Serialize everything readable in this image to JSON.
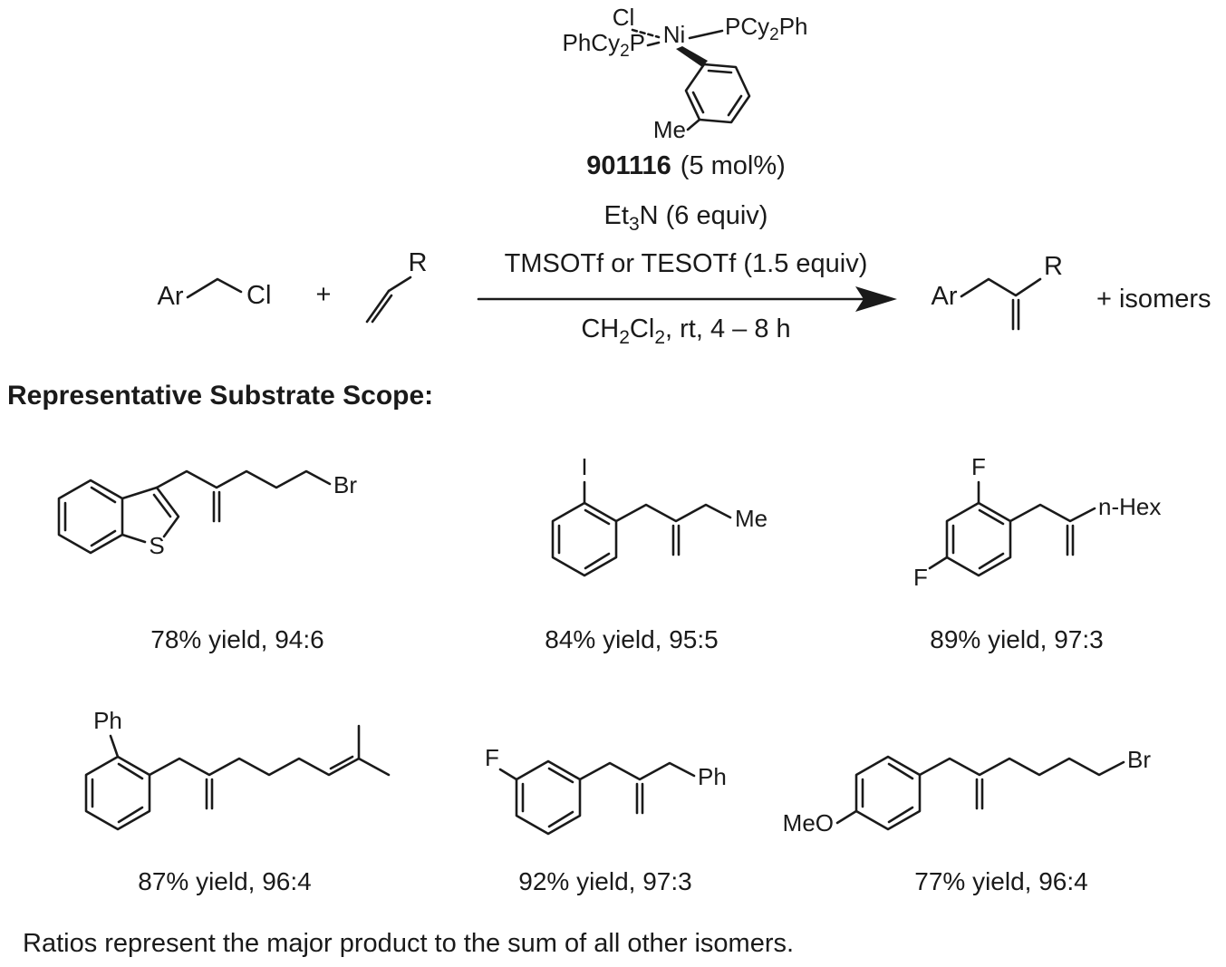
{
  "page": {
    "background": "#ffffff",
    "ink": "#1a1a1a"
  },
  "catalyst": {
    "chloride_label": "Cl",
    "metal_label": "Ni",
    "ligand_left": {
      "pre": "PhCy",
      "sub": "2",
      "post": "P"
    },
    "ligand_right": {
      "pre": "PCy",
      "sub": "2",
      "post": "Ph"
    },
    "aryl_methyl_label": "Me",
    "catalog_number": "901116",
    "loading": "(5 mol%)"
  },
  "conditions": {
    "base": {
      "pre": "Et",
      "sub": "3",
      "post": "N (6 equiv)"
    },
    "activator": "TMSOTf or TESOTf (1.5 equiv)",
    "solvent": {
      "p1": "CH",
      "s1": "2",
      "p2": "Cl",
      "s2": "2",
      "p3": ", rt, 4 – 8 h"
    }
  },
  "reaction": {
    "aryl_label": "Ar",
    "chloride_label": "Cl",
    "plus_sign": "+",
    "alkene_r_label": "R",
    "product_aryl_label": "Ar",
    "product_r_label": "R",
    "isomers_note": "+ isomers"
  },
  "scope": {
    "heading": "Representative Substrate Scope:",
    "substrates": [
      {
        "caption": "78% yield, 94:6",
        "labels": {
          "sulfur": "S",
          "bromide": "Br"
        }
      },
      {
        "caption": "84% yield, 95:5",
        "labels": {
          "iodide": "I",
          "methyl": "Me"
        }
      },
      {
        "caption": "89% yield, 97:3",
        "labels": {
          "fluorine_top": "F",
          "fluorine_bottom": "F",
          "hexyl": "n-Hex"
        }
      },
      {
        "caption": "87% yield, 96:4",
        "labels": {
          "phenyl": "Ph"
        }
      },
      {
        "caption": "92% yield, 97:3",
        "labels": {
          "fluorine": "F",
          "phenyl": "Ph"
        }
      },
      {
        "caption": "77% yield, 96:4",
        "labels": {
          "methoxy": "MeO",
          "bromide": "Br"
        }
      }
    ]
  },
  "footnote": "Ratios represent the major product to the sum of all other isomers."
}
